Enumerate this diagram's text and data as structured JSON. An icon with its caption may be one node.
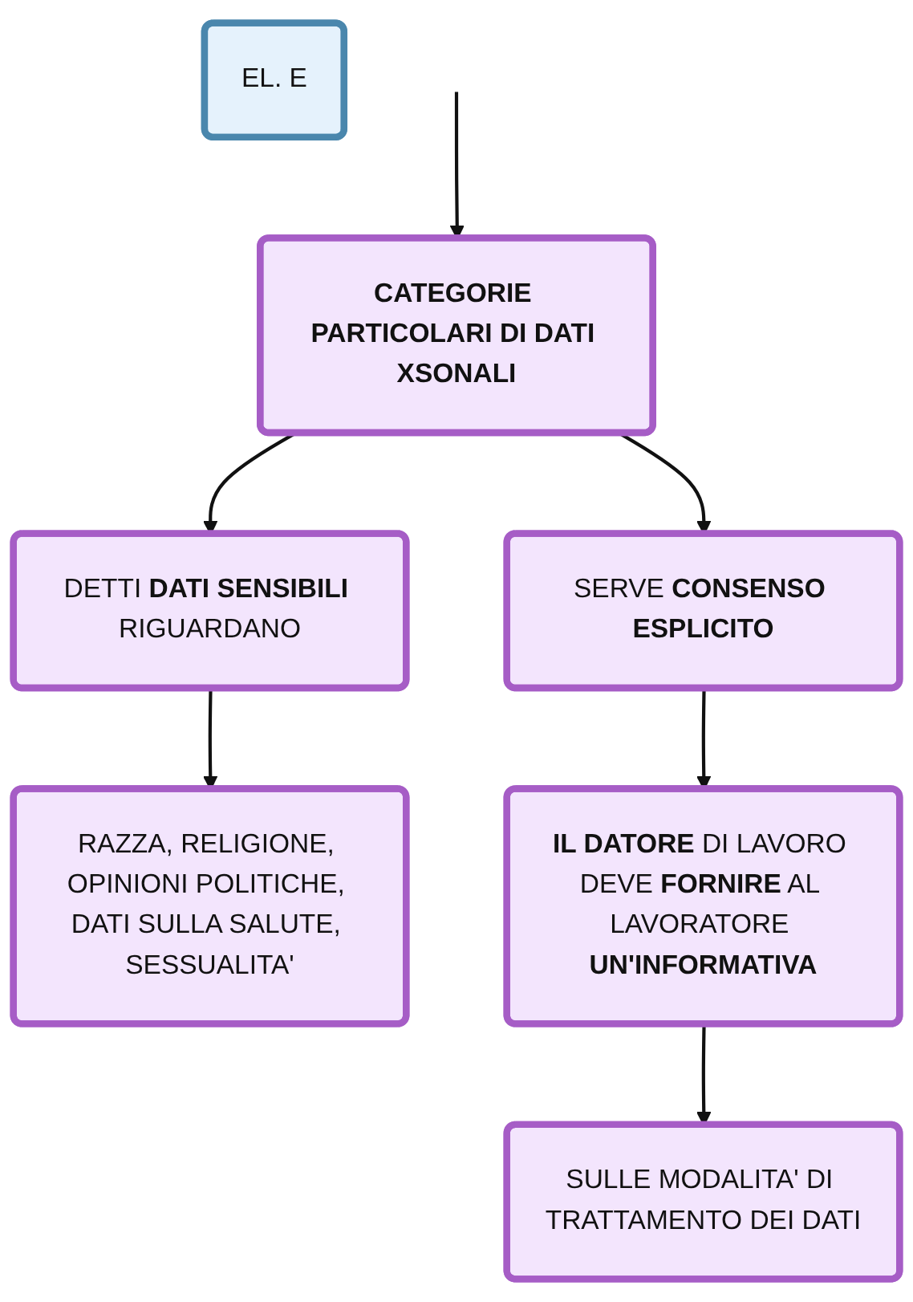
{
  "diagram": {
    "nodes": [
      {
        "text": [
          "CATEGORIE PARTICOLARI DI DATI XSONALI"
        ]
      },
      {
        "text": [
          "DETTI **DATI SENSIBILI** RIGUARDANO"
        ]
      },
      {
        "text": [
          "SERVE **CONSENSO ESPLICITO**"
        ]
      },
      {
        "text": [
          "RAZZA, RELIGIONE, OPINIONI POLITICHE, DATI SULLA SALUTE, SESSUALITA'"
        ]
      },
      {
        "text": [
          "**IL DATORE** DI LAVORO DEVE **FORNIRE** AL LAVORATORE **UN'INFORMATIVA**"
        ]
      },
      {
        "text": [
          "SULLE MODALITA' DI TRATTAMENTO DEI DATI"
        ]
      },
      {
        "text": [
          "EL. E"
        ]
      }
    ],
    "edges": [
      {
        "from": null,
        "to": 0,
        "arrow": "to"
      },
      {
        "from": 0,
        "to": 1,
        "arrow": "to"
      },
      {
        "from": 0,
        "to": 2,
        "arrow": "to"
      },
      {
        "from": 1,
        "to": 3,
        "arrow": "to"
      },
      {
        "from": 2,
        "to": 4,
        "arrow": "to"
      },
      {
        "from": 4,
        "to": 5,
        "arrow": "to"
      }
    ]
  }
}
